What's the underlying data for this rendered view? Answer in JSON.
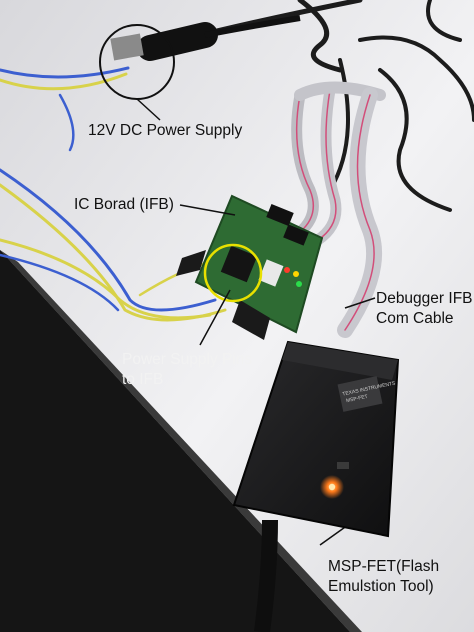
{
  "labels": {
    "dc_power_supply": "12V DC Power Supply",
    "ic_board": "IC Borad (IFB)",
    "debugger_line1": "Debugger IFB",
    "debugger_line2": "Com Cable",
    "pins_line1": "Power Supply Pins",
    "pins_line2": "to IFB",
    "msp_line1": "MSP-FET(Flash",
    "msp_line2": "Emulstion Tool)"
  },
  "device_print": {
    "brand": "TEXAS INSTRUMENTS",
    "model": "MSP-FET"
  },
  "colors": {
    "table": "#eeeef0",
    "floor": "#151515",
    "pcb": "#2e6b33",
    "fet_body": "#1d1d1f",
    "callout_ring": "#e8e000",
    "led": "#ff7a1a"
  }
}
